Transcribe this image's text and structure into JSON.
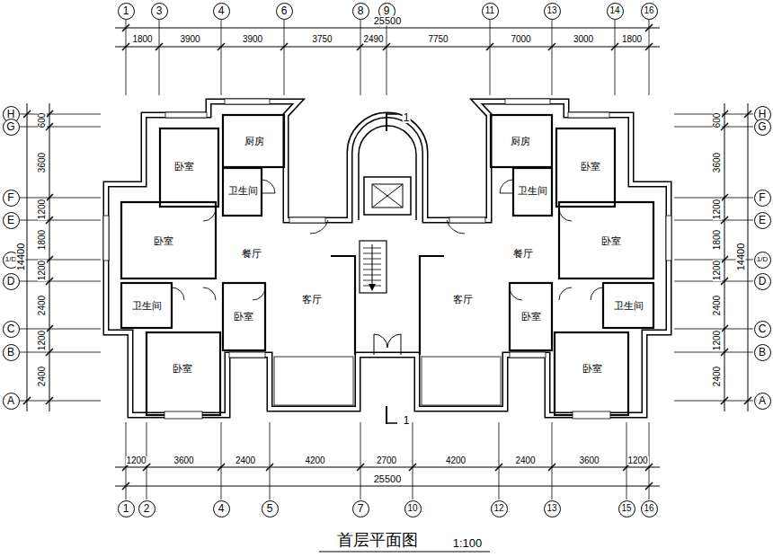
{
  "diagram": {
    "caption": "首层平面图",
    "nodes": [
      {
        "text": [
          "1"
        ]
      },
      {
        "text": [
          "3"
        ]
      },
      {
        "text": [
          "4"
        ]
      },
      {
        "text": [
          "6"
        ]
      },
      {
        "text": [
          "8"
        ]
      },
      {
        "text": [
          "9"
        ]
      },
      {
        "text": [
          "11"
        ]
      },
      {
        "text": [
          "13"
        ]
      },
      {
        "text": [
          "14"
        ]
      },
      {
        "text": [
          "16"
        ]
      },
      {
        "text": [
          "H"
        ]
      },
      {
        "text": [
          "G"
        ]
      },
      {
        "text": [
          "F"
        ]
      },
      {
        "text": [
          "E"
        ]
      },
      {
        "text": [
          "1/D"
        ]
      },
      {
        "text": [
          "D"
        ]
      },
      {
        "text": [
          "C"
        ]
      },
      {
        "text": [
          "B"
        ]
      },
      {
        "text": [
          "A"
        ]
      },
      {
        "text": [
          "H"
        ]
      },
      {
        "text": [
          "G"
        ]
      },
      {
        "text": [
          "F"
        ]
      },
      {
        "text": [
          "E"
        ]
      },
      {
        "text": [
          "1/D"
        ]
      },
      {
        "text": [
          "D"
        ]
      },
      {
        "text": [
          "C"
        ]
      },
      {
        "text": [
          "B"
        ]
      },
      {
        "text": [
          "A"
        ]
      },
      {
        "text": [
          "1"
        ]
      },
      {
        "text": [
          "2"
        ]
      },
      {
        "text": [
          "4"
        ]
      },
      {
        "text": [
          "5"
        ]
      },
      {
        "text": [
          "7"
        ]
      },
      {
        "text": [
          "10"
        ]
      },
      {
        "text": [
          "12"
        ]
      },
      {
        "text": [
          "13"
        ]
      },
      {
        "text": [
          "15"
        ]
      },
      {
        "text": [
          "16"
        ]
      }
    ],
    "labels": [
      "25500",
      "1800",
      "3900",
      "3900",
      "3750",
      "2490",
      "7750",
      "7000",
      "3000",
      "1800",
      "1200",
      "3600",
      "2400",
      "4200",
      "2700",
      "4200",
      "2400",
      "3600",
      "1200",
      "25500",
      "14400",
      "600",
      "3600",
      "1200",
      "1800",
      "1200",
      "2400",
      "1200",
      "2400",
      "600",
      "3600",
      "1200",
      "1800",
      "1200",
      "2400",
      "1200",
      "2400",
      "14400",
      "卧室",
      "厨房",
      "卫生间",
      "卧室",
      "餐厅",
      "卫生间",
      "卧室",
      "客厅",
      "卧室",
      "厨房",
      "卧室",
      "卫生间",
      "餐厅",
      "卧室",
      "客厅",
      "卧室",
      "卫生间",
      "卧室",
      "1",
      "1",
      "1:100"
    ]
  }
}
